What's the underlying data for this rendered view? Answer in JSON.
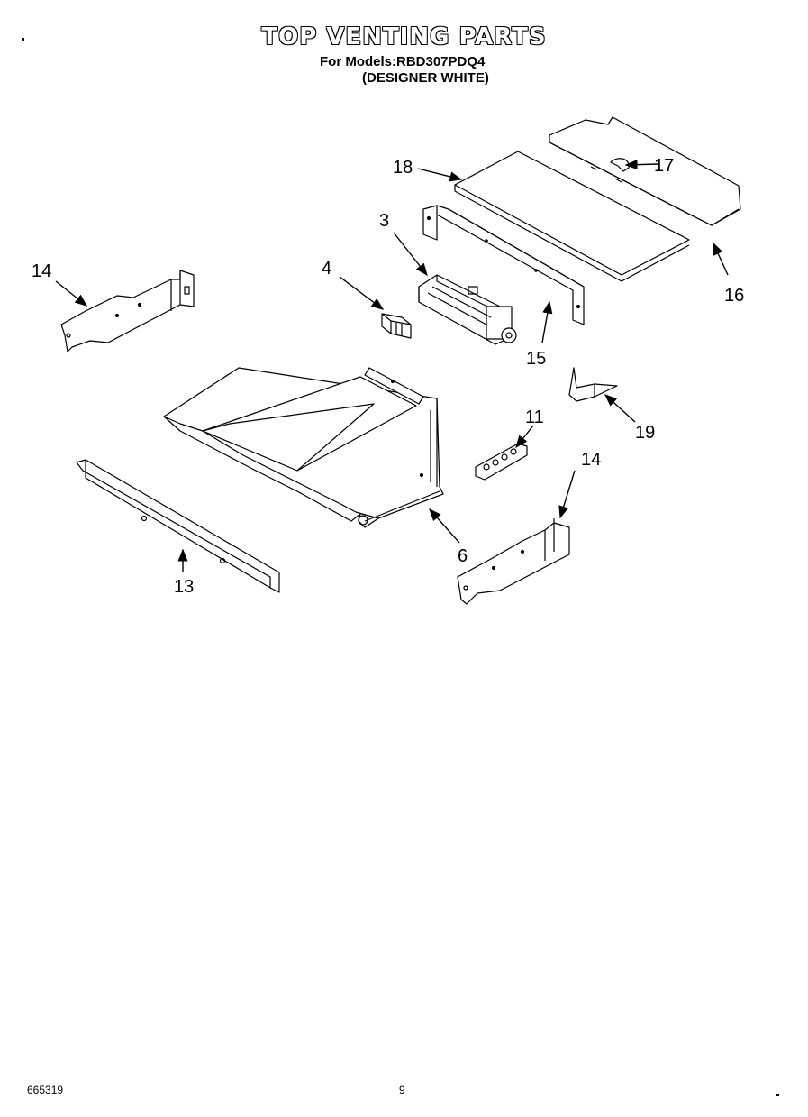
{
  "header": {
    "title": "TOP VENTING PARTS",
    "models_line": "For Models:RBD307PDQ4",
    "variant_line": "(DESIGNER WHITE)"
  },
  "callouts": {
    "c18": "18",
    "c17": "17",
    "c16": "16",
    "c3": "3",
    "c4": "4",
    "c14a": "14",
    "c15": "15",
    "c19": "19",
    "c11": "11",
    "c14b": "14",
    "c6": "6",
    "c13": "13"
  },
  "footer": {
    "doc_number": "665319",
    "page_number": "9"
  }
}
